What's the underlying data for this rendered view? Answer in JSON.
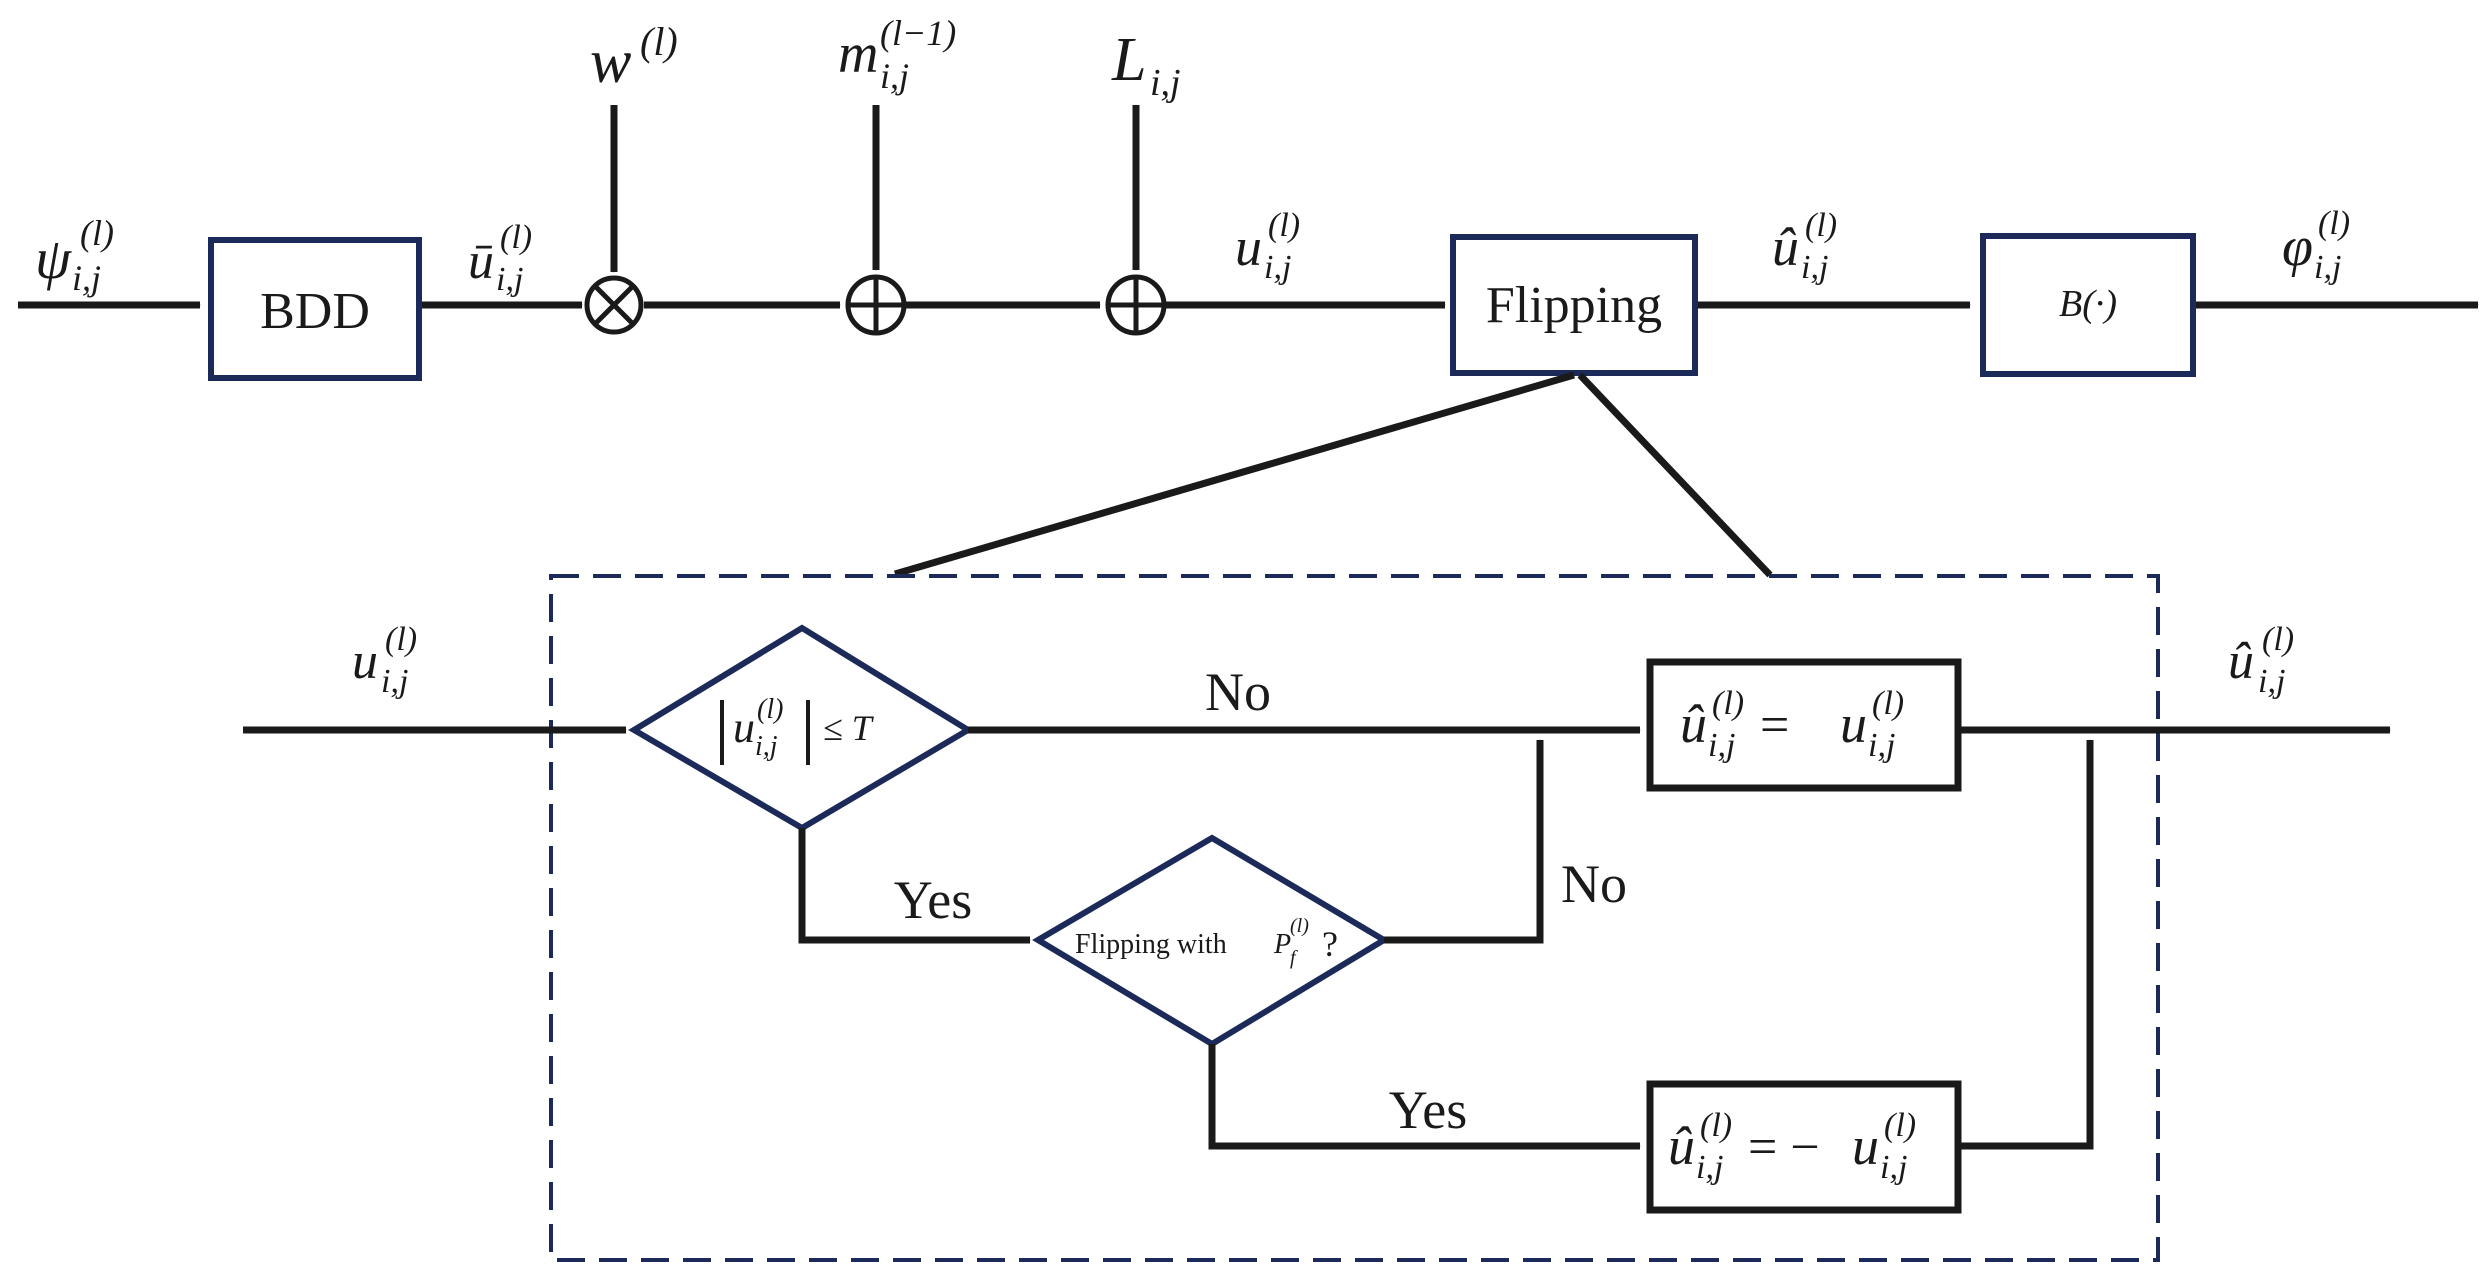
{
  "top_chain": {
    "input_psi": "ψ",
    "input_psi_sup": "(l)",
    "input_psi_sub": "i,j",
    "bdd_label": "BDD",
    "ubar": "ū",
    "ubar_sup": "(l)",
    "ubar_sub": "i,j",
    "weight": "w",
    "weight_sup": "(l)",
    "msg": "m",
    "msg_sup": "(l−1)",
    "msg_sub": "i,j",
    "llr": "L",
    "llr_sub": "i,j",
    "u": "u",
    "u_sup": "(l)",
    "u_sub": "i,j",
    "flipping_label": "Flipping",
    "uhat": "û",
    "uhat_sup": "(l)",
    "uhat_sub": "i,j",
    "b_func": "B(·)",
    "out_phi": "φ",
    "out_phi_sup": "(l)",
    "out_phi_sub": "i,j"
  },
  "detail": {
    "input_u": "u",
    "input_u_sup": "(l)",
    "input_u_sub": "i,j",
    "cond1_u": "u",
    "cond1_sup": "(l)",
    "cond1_sub": "i,j",
    "cond1_rest": "≤ T",
    "no_label_1": "No",
    "no_label_2": "No",
    "yes_label_1": "Yes",
    "yes_label_2": "Yes",
    "cond2_text": "Flipping with ",
    "cond2_p": "P",
    "cond2_p_sup": "(l)",
    "cond2_p_sub": "f",
    "cond2_q": "?",
    "box1_lhs": "û",
    "box1_sup": "(l)",
    "box1_sub": "i,j",
    "box1_eq": " = ",
    "box1_rhs": "u",
    "box2_lhs": "û",
    "box2_sup": "(l)",
    "box2_sub": "i,j",
    "box2_eq": " = −",
    "box2_rhs": "u",
    "output_uhat": "û",
    "output_sup": "(l)",
    "output_sub": "i,j"
  }
}
